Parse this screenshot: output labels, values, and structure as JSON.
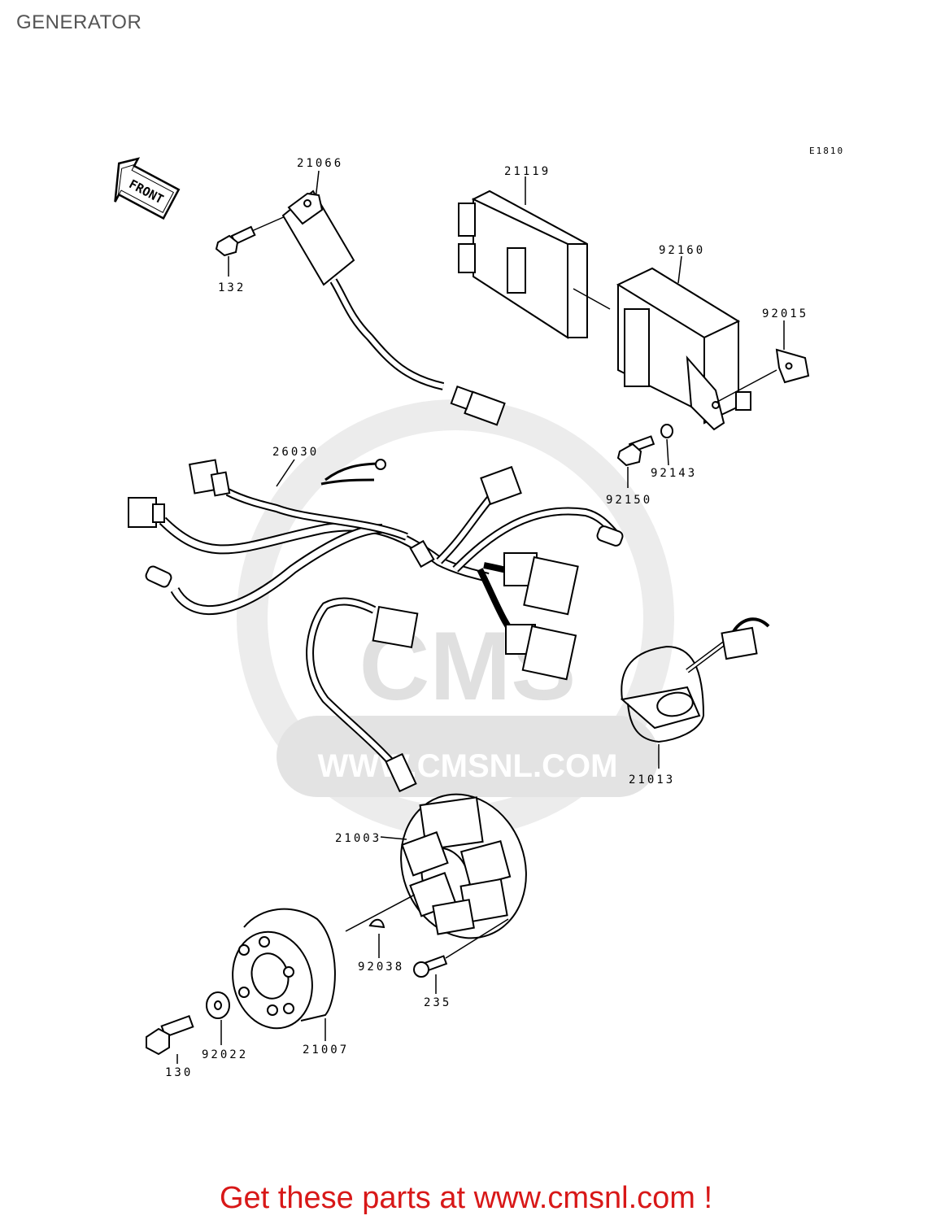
{
  "page": {
    "title": "GENERATOR"
  },
  "diagram": {
    "code": "E1810",
    "direction_marker": "FRONT",
    "watermark": {
      "brand": "CMS",
      "url": "WWW.CMSNL.COM"
    },
    "parts": [
      {
        "number": "21066"
      },
      {
        "number": "21119"
      },
      {
        "number": "132"
      },
      {
        "number": "92160"
      },
      {
        "number": "92015"
      },
      {
        "number": "26030"
      },
      {
        "number": "92143"
      },
      {
        "number": "92150"
      },
      {
        "number": "21013"
      },
      {
        "number": "21003"
      },
      {
        "number": "92038"
      },
      {
        "number": "235"
      },
      {
        "number": "92022"
      },
      {
        "number": "21007"
      },
      {
        "number": "130"
      }
    ]
  },
  "footer": {
    "text": "Get these parts at www.cmsnl.com !"
  },
  "colors": {
    "footer": "#d81818",
    "title": "#555555",
    "line": "#000000",
    "watermark": "#d9d9d9"
  }
}
